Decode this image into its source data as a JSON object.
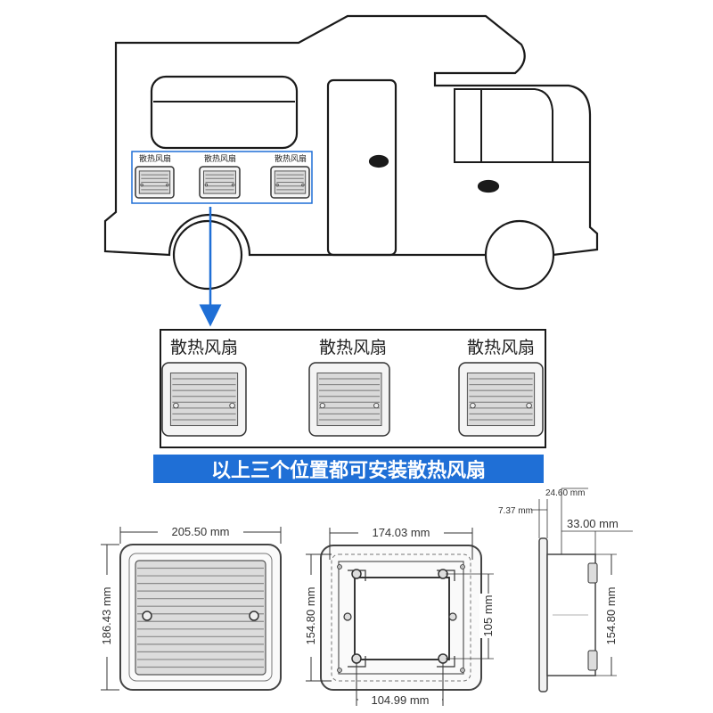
{
  "rv_labels": [
    "散热风扇",
    "散热风扇",
    "散热风扇"
  ],
  "panel_labels": [
    "散热风扇",
    "散热风扇",
    "散热风扇"
  ],
  "banner": "以上三个位置都可安装散热风扇",
  "dimensions": {
    "front_width": "205.50 mm",
    "front_height": "186.43 mm",
    "back_width": "174.03 mm",
    "back_height": "154.80 mm",
    "inner_height": "105 mm",
    "inner_width": "104.99 mm",
    "side_top": "24.60 mm",
    "side_left": "7.37 mm",
    "side_depth": "33.00 mm",
    "side_height": "154.80 mm"
  },
  "colors": {
    "accent": "#1f6fd6",
    "outline": "#1a1a1a",
    "vent_fill": "#d9d9d9"
  }
}
